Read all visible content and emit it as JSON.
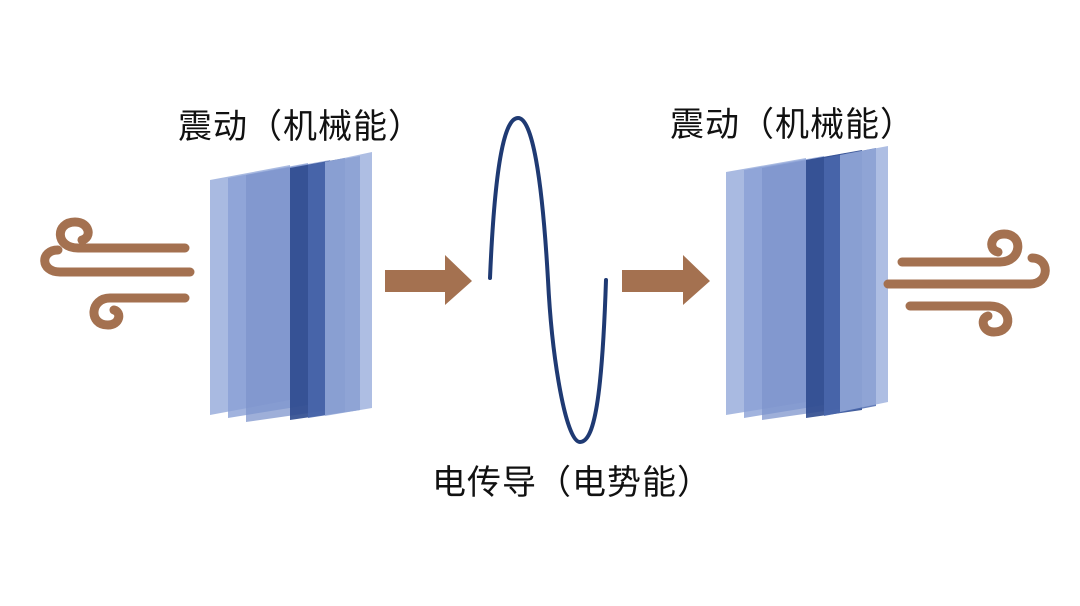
{
  "labels": {
    "left_plate": "震动（机械能）",
    "right_plate": "震动（机械能）",
    "wave": "电传导（电势能）"
  },
  "icons": {
    "wind_in": "wind-icon",
    "wind_out": "wind-icon",
    "arrow": "arrow-right-icon"
  },
  "colors": {
    "arrow_brown": "#a47150",
    "wave_navy": "#1f3a73",
    "plate_light": "#9aaedc",
    "plate_mid": "#5f7fbf",
    "plate_dark": "#2d4a8e"
  }
}
